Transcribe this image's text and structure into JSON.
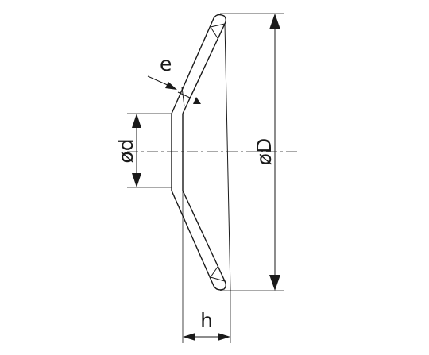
{
  "labels": {
    "outer_diameter": "øD",
    "inner_diameter": "ød",
    "height": "h",
    "thickness": "e"
  }
}
